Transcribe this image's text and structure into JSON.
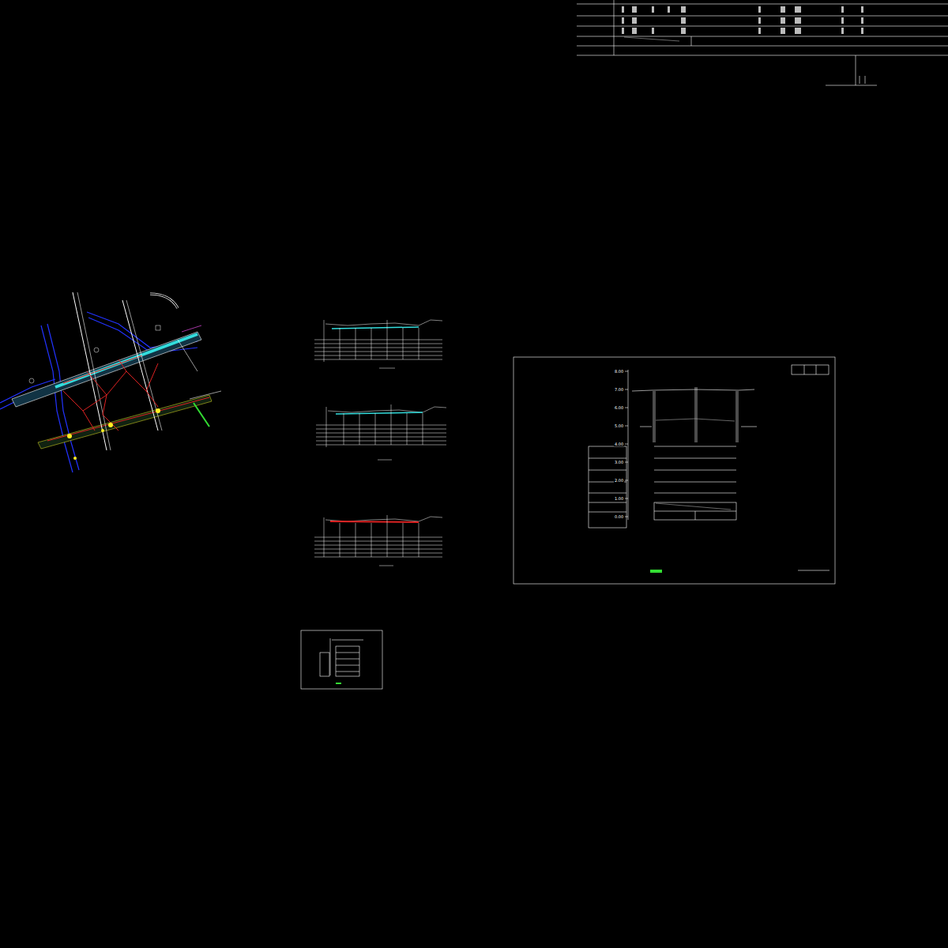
{
  "diagram": {
    "labels": [
      "8.00",
      "7.00",
      "6.00",
      "5.00",
      "4.00",
      "3.00",
      "2.00",
      "1.00",
      "0.00"
    ]
  }
}
